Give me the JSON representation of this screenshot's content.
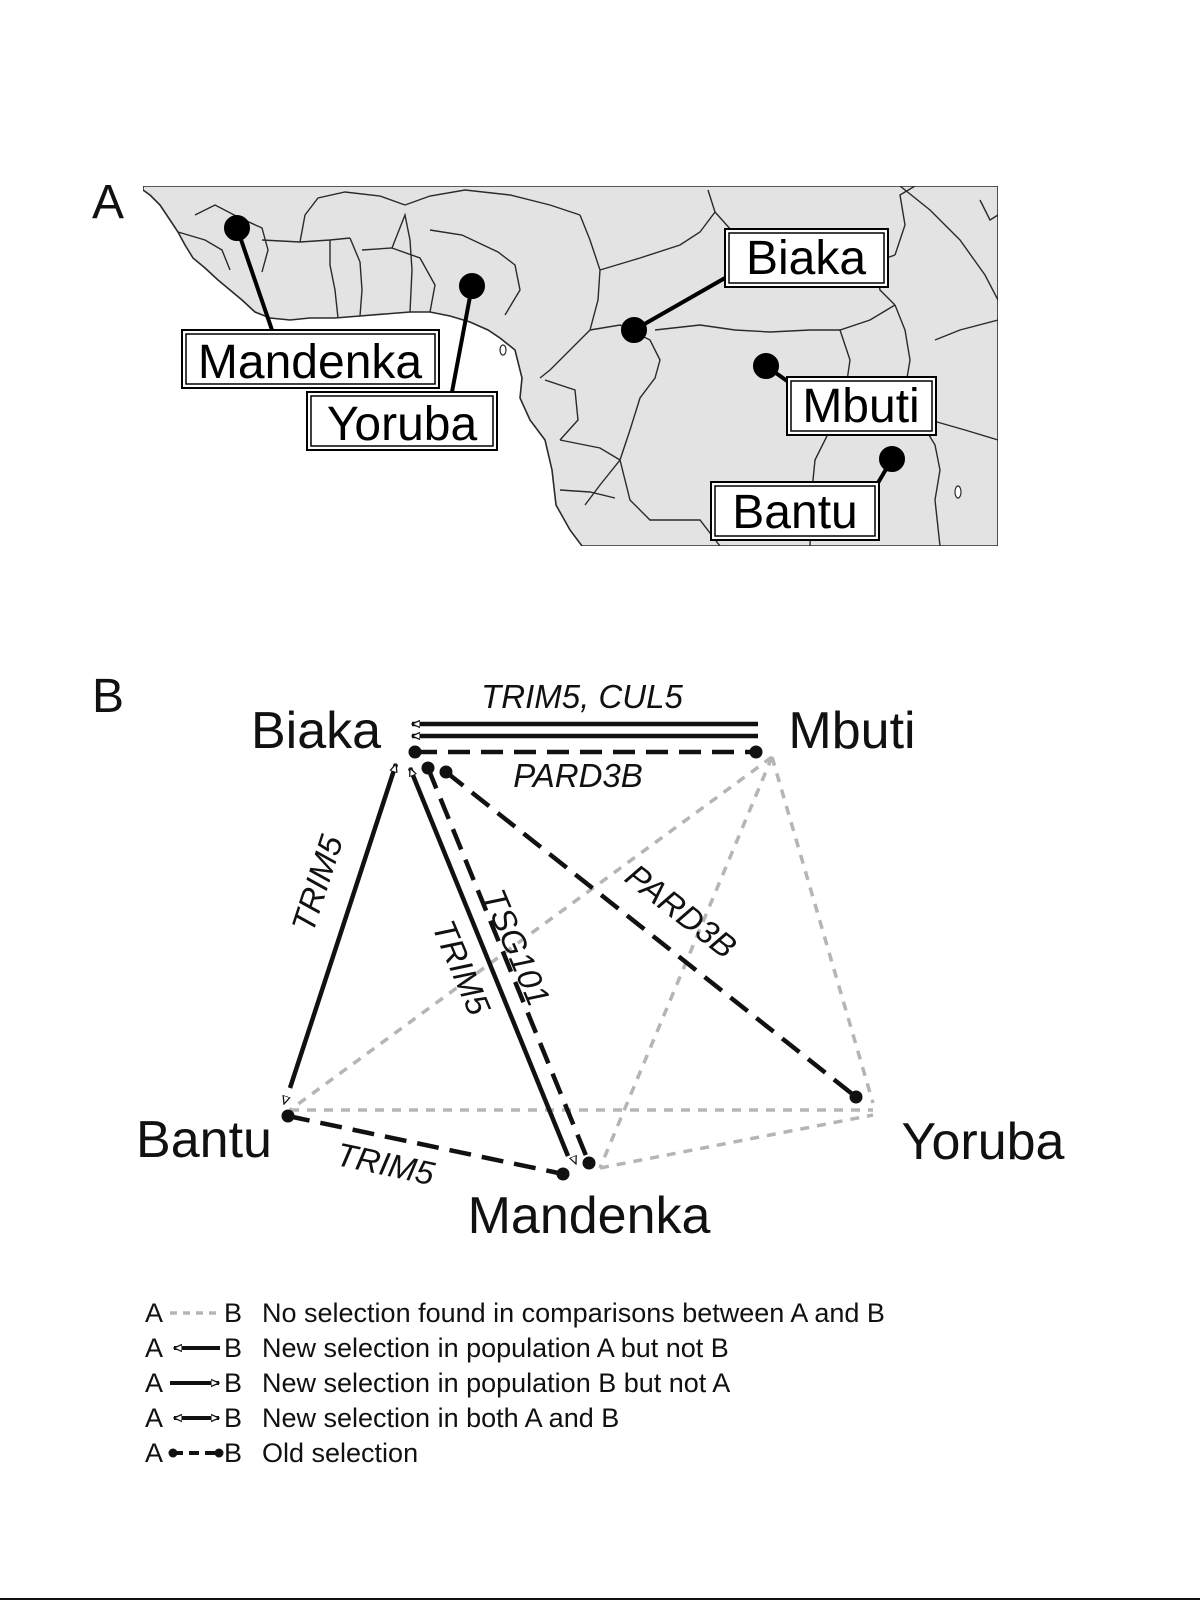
{
  "panel_a": {
    "letter": "A",
    "populations": [
      {
        "id": "mandenka",
        "name": "Mandenka"
      },
      {
        "id": "yoruba",
        "name": "Yoruba"
      },
      {
        "id": "biaka",
        "name": "Biaka"
      },
      {
        "id": "mbuti",
        "name": "Mbuti"
      },
      {
        "id": "bantu",
        "name": "Bantu"
      }
    ]
  },
  "panel_b": {
    "letter": "B",
    "nodes": {
      "biaka": "Biaka",
      "mbuti": "Mbuti",
      "bantu": "Bantu",
      "mandenka": "Mandenka",
      "yoruba": "Yoruba"
    },
    "edge_labels": {
      "biaka_mbuti_new": "TRIM5, CUL5",
      "biaka_mbuti_old": "PARD3B",
      "biaka_bantu_new": "TRIM5",
      "biaka_mandenka_old": "TSG101",
      "biaka_mandenka_new": "TRIM5",
      "biaka_yoruba_old": "PARD3B",
      "bantu_mandenka_old": "TRIM5"
    }
  },
  "legend": [
    {
      "style": "no-selection",
      "a": "A",
      "b": "B",
      "text": "No selection found in comparisons between A and B"
    },
    {
      "style": "new-a",
      "a": "A",
      "b": "B",
      "text": "New selection in population A but not B"
    },
    {
      "style": "new-b",
      "a": "A",
      "b": "B",
      "text": "New selection in population B but not A"
    },
    {
      "style": "new-both",
      "a": "A",
      "b": "B",
      "text": "New selection in both A and B"
    },
    {
      "style": "old",
      "a": "A",
      "b": "B",
      "text": "Old selection"
    }
  ],
  "colors": {
    "map_fill": "#e3e3e3",
    "border": "#2a2a2a",
    "no_selection": "#b5b5b5",
    "ink": "#111111"
  }
}
